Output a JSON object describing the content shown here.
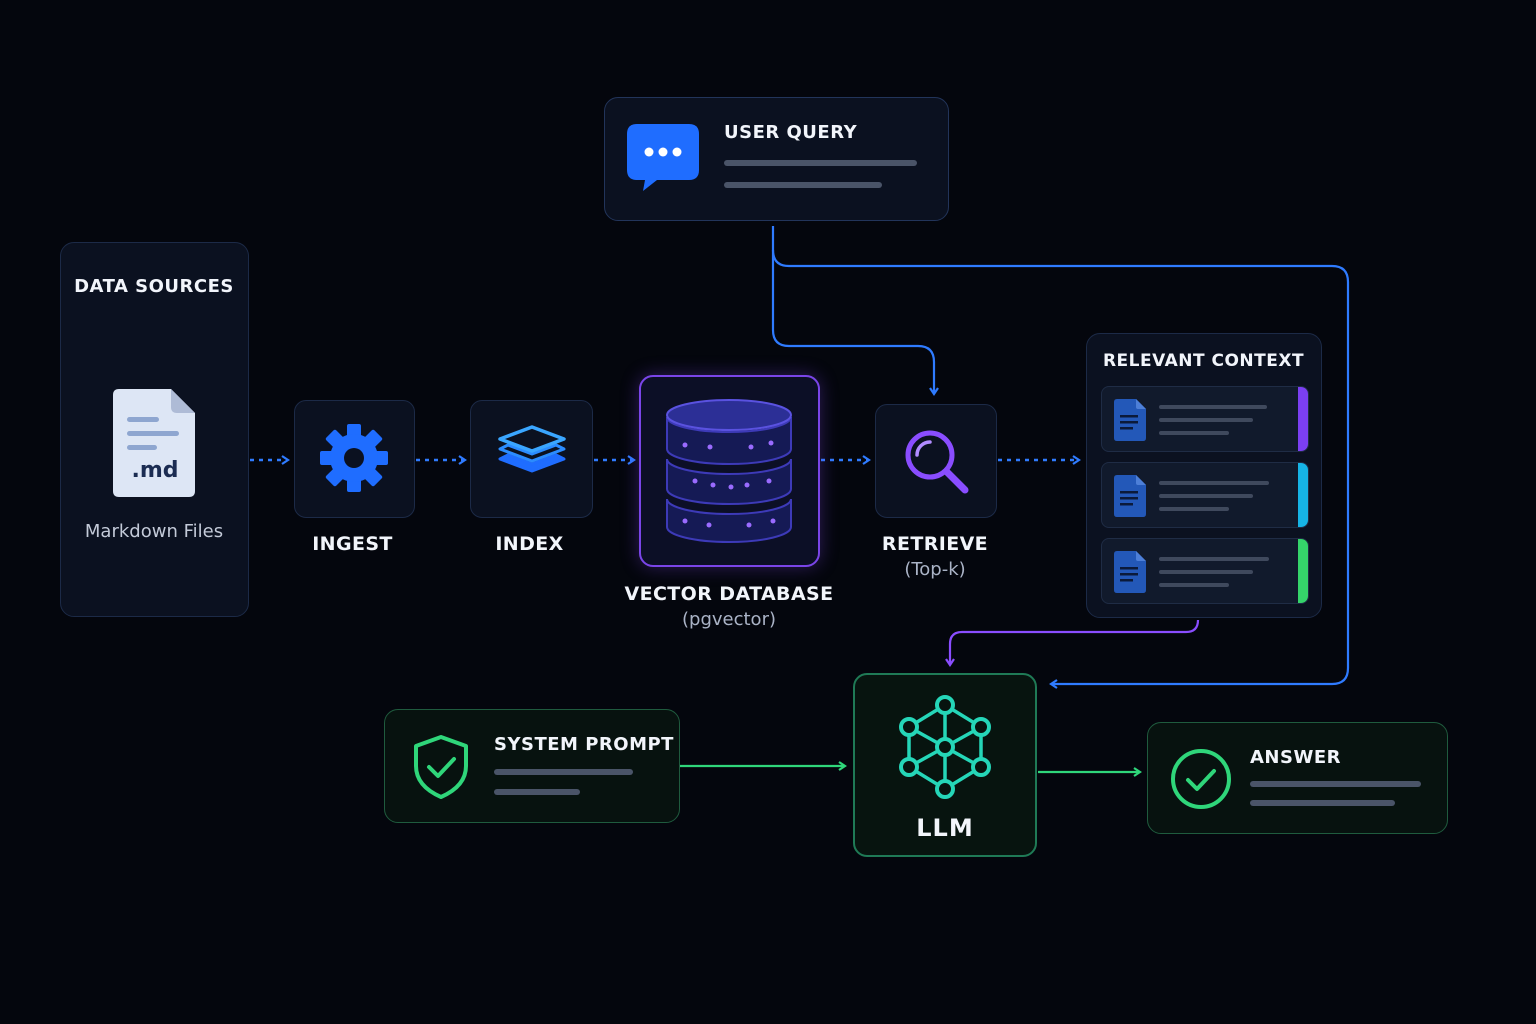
{
  "data_sources": {
    "title": "DATA SOURCES",
    "file_badge": ".md",
    "caption": "Markdown Files"
  },
  "pipeline": {
    "ingest": "INGEST",
    "index": "INDEX",
    "vector_db": {
      "label": "VECTOR DATABASE",
      "sublabel": "(pgvector)"
    },
    "retrieve": {
      "label": "RETRIEVE",
      "sublabel": "(Top-k)"
    }
  },
  "user_query": {
    "title": "USER QUERY"
  },
  "relevant_context": {
    "title": "RELEVANT CONTEXT",
    "accents": [
      "#7b3ff2",
      "#16b4e6",
      "#35d46a"
    ]
  },
  "system_prompt": {
    "title": "SYSTEM PROMPT"
  },
  "llm": {
    "label": "LLM"
  },
  "answer": {
    "title": "ANSWER"
  },
  "colors": {
    "background": "#04060d",
    "blue_accent": "#2f7bff",
    "purple_accent": "#8a4dff",
    "green_accent": "#2fd67a",
    "teal_accent": "#25d6b8"
  }
}
